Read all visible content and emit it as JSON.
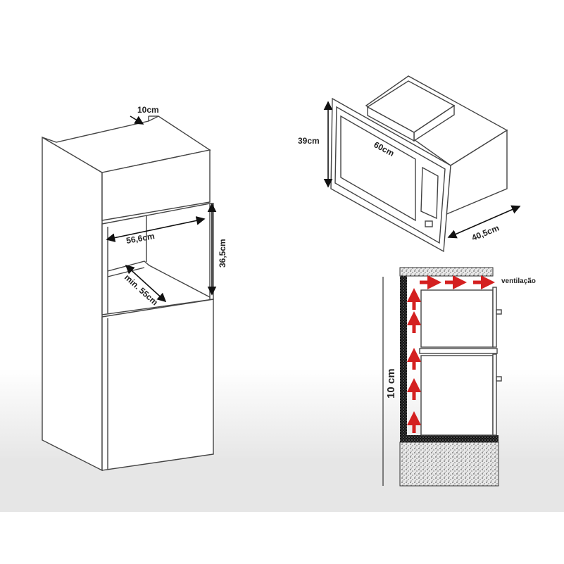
{
  "cabinet": {
    "depth_gap_label": "10cm",
    "width_label": "56,6cm",
    "height_label": "36,5cm",
    "depth_label": "min. 55cm"
  },
  "microwave": {
    "height_label": "39cm",
    "width_label": "60cm",
    "depth_label": "40,5cm"
  },
  "ventilation": {
    "label": "ventilação",
    "gap_label": "10 cm",
    "arrow_color": "#d42020"
  }
}
